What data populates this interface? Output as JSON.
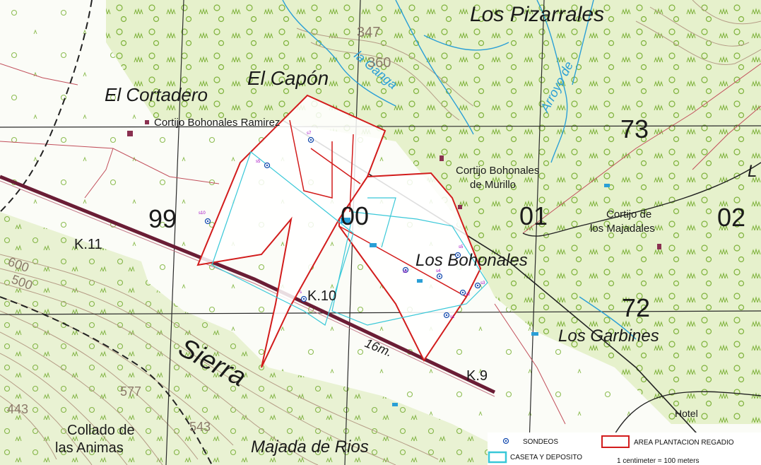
{
  "colors": {
    "vegetation_bg": "#e8f2cf",
    "grid": "#2b2b2b",
    "road": "#6a1d35",
    "plantation_outline": "#d21c1c",
    "caseta_outline": "#39c8d8",
    "water": "#2a9fd6",
    "contour": "#b59c86",
    "track": "#c2505c"
  },
  "labels": {
    "los_pizarrales": "Los Pizarrales",
    "el_capon": "El Capón",
    "el_cortadero": "El Cortadero",
    "cortijo_bohonales_ramirez": "Cortijo Bohonales Ramirez",
    "cortijo_bohonales": "Cortijo Bohonales",
    "de_murillo": "de Murillo",
    "cortijo_de": "Cortijo de",
    "los_majadales": "los Majadales",
    "los_bohonales": "Los Bohonales",
    "los_garbines": "Los Garbines",
    "sierra": "Sierra",
    "collado_de": "Collado de",
    "las_animas": "las Animas",
    "majada_de_rios": "Majada de Rios",
    "hotel": "Hotel",
    "la_ganga": "la Ganga",
    "arroyo": "Arroyo de",
    "l_edge": "L",
    "k11": "K.11",
    "k10": "K.10",
    "k9": "K.9",
    "grid_99": "99",
    "grid_00": "00",
    "grid_01": "01",
    "grid_02": "02",
    "grid_73": "73",
    "grid_72": "72",
    "elev_347": "347",
    "elev_360": "360",
    "elev_600": "600",
    "elev_500": "500",
    "elev_577": "577",
    "elev_443": "443",
    "elev_543": "543",
    "distance_16m": "16m."
  },
  "sondeos": [
    {
      "id": "s7",
      "label": "s7"
    },
    {
      "id": "s5",
      "label": "s5"
    },
    {
      "id": "s10",
      "label": "s10"
    },
    {
      "id": "s5b",
      "label": "s5"
    },
    {
      "id": "s4",
      "label": "s4"
    },
    {
      "id": "s6",
      "label": "s6"
    },
    {
      "id": "s2",
      "label": "s2"
    },
    {
      "id": "s3",
      "label": "s3"
    },
    {
      "id": "s1",
      "label": "s1"
    },
    {
      "id": "k10s",
      "label": "s"
    }
  ],
  "legend": {
    "sondeos": "SONDEOS",
    "plantation": "AREA PLANTACION REGADIO",
    "caseta": "CASETA Y DEPOSITO",
    "scale": "1 centimeter = 100 meters"
  }
}
